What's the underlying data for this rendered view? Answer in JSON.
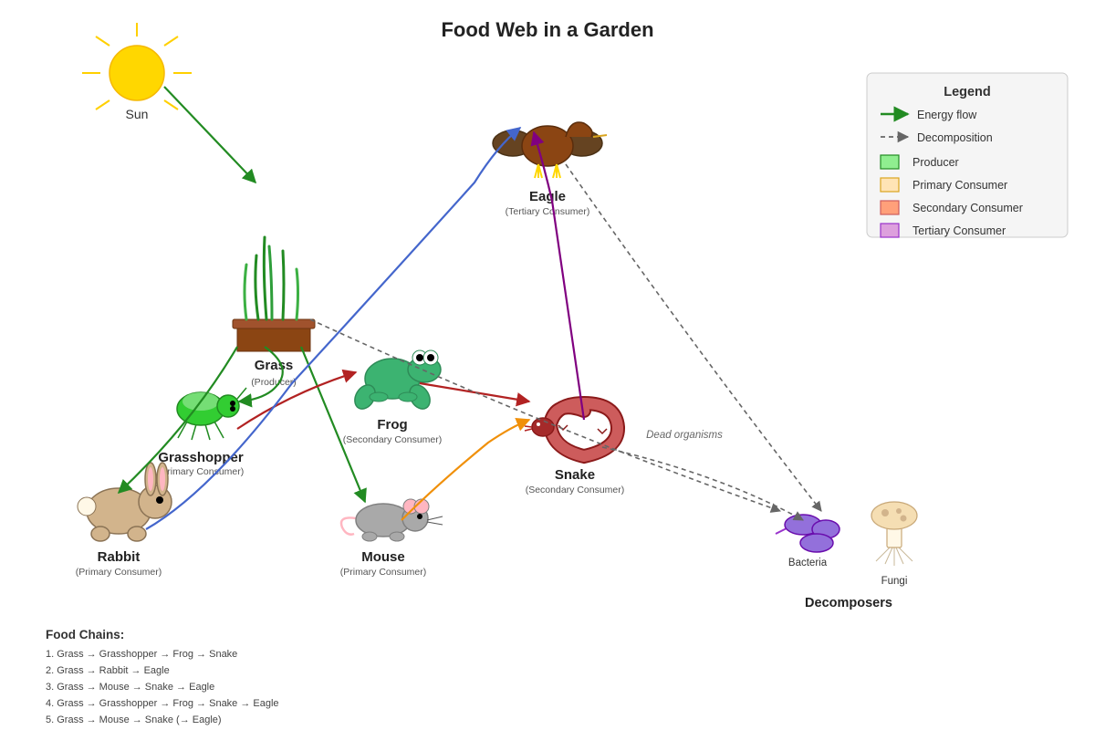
{
  "title": "Food Web in a Garden",
  "nodes": {
    "sun": {
      "label": "Sun"
    },
    "grass": {
      "label": "Grass",
      "role": "(Producer)"
    },
    "grasshopper": {
      "label": "Grasshopper",
      "role": "(Primary Consumer)"
    },
    "rabbit": {
      "label": "Rabbit",
      "role": "(Primary Consumer)"
    },
    "frog": {
      "label": "Frog",
      "role": "(Secondary Consumer)"
    },
    "mouse": {
      "label": "Mouse",
      "role": "(Primary Consumer)"
    },
    "snake": {
      "label": "Snake",
      "role": "(Secondary Consumer)"
    },
    "eagle": {
      "label": "Eagle",
      "role": "(Tertiary Consumer)"
    },
    "bacteria": {
      "label": "Bacteria"
    },
    "fungi": {
      "label": "Fungi"
    },
    "decomposers": {
      "label": "Decomposers"
    }
  },
  "annotation": "Dead organisms",
  "legend": {
    "title": "Legend",
    "items": [
      {
        "label": "Energy flow",
        "kind": "energy-arrow",
        "color": "#228B22"
      },
      {
        "label": "Decomposition",
        "kind": "decomposition-arrow",
        "color": "#666666"
      },
      {
        "label": "Producer",
        "kind": "swatch",
        "fill": "#90EE90",
        "stroke": "#228B22"
      },
      {
        "label": "Primary Consumer",
        "kind": "swatch",
        "fill": "#FFE4B5",
        "stroke": "#DAA520"
      },
      {
        "label": "Secondary Consumer",
        "kind": "swatch",
        "fill": "#FFA07A",
        "stroke": "#CD5C5C"
      },
      {
        "label": "Tertiary Consumer",
        "kind": "swatch",
        "fill": "#DDA0DD",
        "stroke": "#9932CC"
      }
    ]
  },
  "food_chains": {
    "title": "Food Chains:",
    "items": [
      "1. Grass → Grasshopper → Frog → Snake",
      "2. Grass → Rabbit → Eagle",
      "3. Grass → Mouse → Snake → Eagle",
      "4. Grass → Grasshopper → Frog → Snake → Eagle",
      "5. Grass → Mouse → Snake (→ Eagle)"
    ]
  },
  "colors": {
    "energy_green": "#228B22",
    "energy_red": "#B22222",
    "energy_blue": "#4466CC",
    "energy_orange": "#F0900A",
    "energy_purple": "#800080",
    "decomposition_gray": "#666666"
  }
}
